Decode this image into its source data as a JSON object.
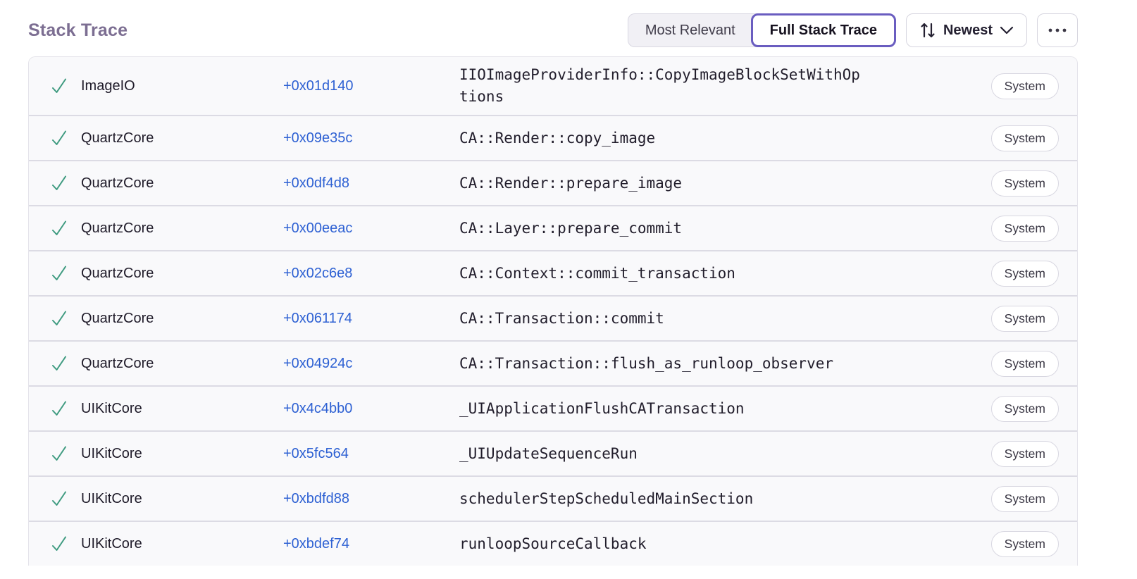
{
  "header": {
    "title": "Stack Trace",
    "view_toggle": {
      "options": [
        {
          "label": "Most Relevant",
          "selected": false
        },
        {
          "label": "Full Stack Trace",
          "selected": true
        }
      ]
    },
    "sort": {
      "label": "Newest",
      "icon": "sort-arrows-icon",
      "chevron_icon": "chevron-down-icon"
    },
    "more_icon": "ellipsis-icon"
  },
  "colors": {
    "accent_purple": "#6a5dc0",
    "title_purple": "#7c6e92",
    "link_blue": "#2e61d3",
    "check_green": "#3f9b80",
    "row_background": "#f9f9fb",
    "row_separator": "#dcdbe4"
  },
  "frames": [
    {
      "module": "ImageIO",
      "address": "+0x01d140",
      "function": "IIOImageProviderInfo::CopyImageBlockSetWithOptions",
      "badge": "System"
    },
    {
      "module": "QuartzCore",
      "address": "+0x09e35c",
      "function": "CA::Render::copy_image",
      "badge": "System"
    },
    {
      "module": "QuartzCore",
      "address": "+0x0df4d8",
      "function": "CA::Render::prepare_image",
      "badge": "System"
    },
    {
      "module": "QuartzCore",
      "address": "+0x00eeac",
      "function": "CA::Layer::prepare_commit",
      "badge": "System"
    },
    {
      "module": "QuartzCore",
      "address": "+0x02c6e8",
      "function": "CA::Context::commit_transaction",
      "badge": "System"
    },
    {
      "module": "QuartzCore",
      "address": "+0x061174",
      "function": "CA::Transaction::commit",
      "badge": "System"
    },
    {
      "module": "QuartzCore",
      "address": "+0x04924c",
      "function": "CA::Transaction::flush_as_runloop_observer",
      "badge": "System"
    },
    {
      "module": "UIKitCore",
      "address": "+0x4c4bb0",
      "function": "_UIApplicationFlushCATransaction",
      "badge": "System"
    },
    {
      "module": "UIKitCore",
      "address": "+0x5fc564",
      "function": "_UIUpdateSequenceRun",
      "badge": "System"
    },
    {
      "module": "UIKitCore",
      "address": "+0xbdfd88",
      "function": "schedulerStepScheduledMainSection",
      "badge": "System"
    },
    {
      "module": "UIKitCore",
      "address": "+0xbdef74",
      "function": "runloopSourceCallback",
      "badge": "System"
    }
  ]
}
